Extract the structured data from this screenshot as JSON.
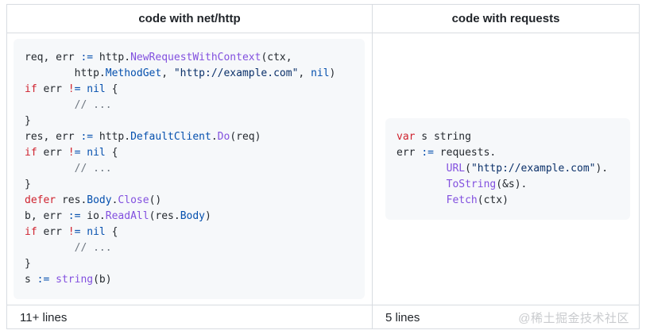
{
  "watermark": "@稀土掘金技术社区",
  "palette": {
    "keyword_red": "#cf222e",
    "constant_blue": "#0550ae",
    "function_purple": "#8250df",
    "string_navy": "#0a3069",
    "comment_gray": "#6e7781",
    "plain_text": "#24292f",
    "code_background": "#f6f8fa",
    "table_border": "#d8dce1"
  },
  "table": {
    "columns": [
      {
        "header": "code with net/http",
        "footer": "11+ lines",
        "code": [
          [
            [
              "p",
              "req, err "
            ],
            [
              "o",
              ":="
            ],
            [
              "p",
              " http."
            ],
            [
              "f",
              "NewRequestWithContext"
            ],
            [
              "p",
              "(ctx,"
            ]
          ],
          [
            [
              "p",
              "        http."
            ],
            [
              "c",
              "MethodGet"
            ],
            [
              "p",
              ", "
            ],
            [
              "s",
              "\"http://example.com\""
            ],
            [
              "p",
              ", "
            ],
            [
              "c",
              "nil"
            ],
            [
              "p",
              ")"
            ]
          ],
          [
            [
              "k",
              "if"
            ],
            [
              "p",
              " err "
            ],
            [
              "b",
              "!"
            ],
            [
              "o",
              "="
            ],
            [
              "p",
              " "
            ],
            [
              "c",
              "nil"
            ],
            [
              "p",
              " {"
            ]
          ],
          [
            [
              "m",
              "        // ..."
            ]
          ],
          [
            [
              "p",
              "}"
            ]
          ],
          [
            [
              "p",
              "res, err "
            ],
            [
              "o",
              ":="
            ],
            [
              "p",
              " http."
            ],
            [
              "c",
              "DefaultClient"
            ],
            [
              "p",
              "."
            ],
            [
              "f",
              "Do"
            ],
            [
              "p",
              "(req)"
            ]
          ],
          [
            [
              "k",
              "if"
            ],
            [
              "p",
              " err "
            ],
            [
              "b",
              "!"
            ],
            [
              "o",
              "="
            ],
            [
              "p",
              " "
            ],
            [
              "c",
              "nil"
            ],
            [
              "p",
              " {"
            ]
          ],
          [
            [
              "m",
              "        // ..."
            ]
          ],
          [
            [
              "p",
              "}"
            ]
          ],
          [
            [
              "k",
              "defer"
            ],
            [
              "p",
              " res."
            ],
            [
              "c",
              "Body"
            ],
            [
              "p",
              "."
            ],
            [
              "f",
              "Close"
            ],
            [
              "p",
              "()"
            ]
          ],
          [
            [
              "p",
              "b, err "
            ],
            [
              "o",
              ":="
            ],
            [
              "p",
              " io."
            ],
            [
              "f",
              "ReadAll"
            ],
            [
              "p",
              "(res."
            ],
            [
              "c",
              "Body"
            ],
            [
              "p",
              ")"
            ]
          ],
          [
            [
              "k",
              "if"
            ],
            [
              "p",
              " err "
            ],
            [
              "b",
              "!"
            ],
            [
              "o",
              "="
            ],
            [
              "p",
              " "
            ],
            [
              "c",
              "nil"
            ],
            [
              "p",
              " {"
            ]
          ],
          [
            [
              "m",
              "        // ..."
            ]
          ],
          [
            [
              "p",
              "}"
            ]
          ],
          [
            [
              "p",
              "s "
            ],
            [
              "o",
              ":="
            ],
            [
              "p",
              " "
            ],
            [
              "f",
              "string"
            ],
            [
              "p",
              "(b)"
            ]
          ]
        ]
      },
      {
        "header": "code with requests",
        "footer": "5 lines",
        "code": [
          [
            [
              "k",
              "var"
            ],
            [
              "p",
              " s string"
            ]
          ],
          [
            [
              "p",
              "err "
            ],
            [
              "o",
              ":="
            ],
            [
              "p",
              " requests."
            ]
          ],
          [
            [
              "p",
              "        "
            ],
            [
              "f",
              "URL"
            ],
            [
              "p",
              "("
            ],
            [
              "s",
              "\"http://example.com\""
            ],
            [
              "p",
              ")."
            ]
          ],
          [
            [
              "p",
              "        "
            ],
            [
              "f",
              "ToString"
            ],
            [
              "p",
              "(&s)."
            ]
          ],
          [
            [
              "p",
              "        "
            ],
            [
              "f",
              "Fetch"
            ],
            [
              "p",
              "(ctx)"
            ]
          ]
        ]
      }
    ]
  }
}
